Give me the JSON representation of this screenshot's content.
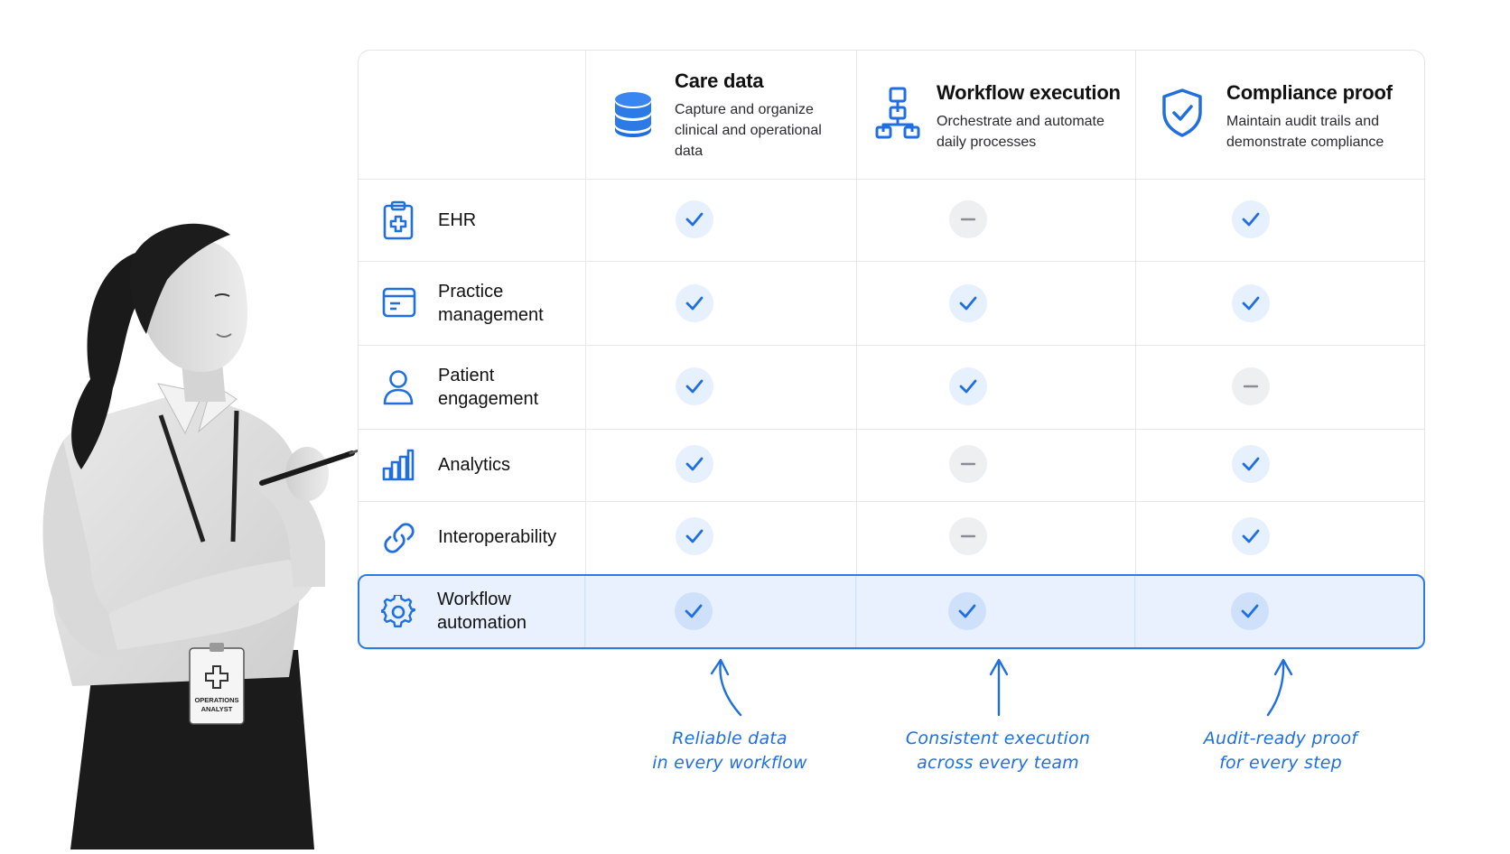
{
  "columns": [
    {
      "title": "Care data",
      "desc_lines": [
        "Capture and organize",
        "clinical and operational",
        "data"
      ],
      "icon": "database-icon"
    },
    {
      "title": "Workflow execution",
      "desc_lines": [
        "Orchestrate and automate",
        "daily processes"
      ],
      "icon": "hierarchy-icon"
    },
    {
      "title": "Compliance proof",
      "desc_lines": [
        "Maintain audit trails and",
        "demonstrate compliance"
      ],
      "icon": "shield-check-icon"
    }
  ],
  "rows": [
    {
      "label_lines": [
        "EHR"
      ],
      "icon": "clipboard-medical-icon",
      "marks": [
        "check",
        "dash",
        "check"
      ]
    },
    {
      "label_lines": [
        "Practice",
        "management"
      ],
      "icon": "window-card-icon",
      "marks": [
        "check",
        "check",
        "check"
      ]
    },
    {
      "label_lines": [
        "Patient",
        "engagement"
      ],
      "icon": "user-icon",
      "marks": [
        "check",
        "check",
        "dash"
      ]
    },
    {
      "label_lines": [
        "Analytics"
      ],
      "icon": "bar-chart-icon",
      "marks": [
        "check",
        "dash",
        "check"
      ]
    },
    {
      "label_lines": [
        "Interoperability"
      ],
      "icon": "link-icon",
      "marks": [
        "check",
        "dash",
        "check"
      ]
    },
    {
      "label_lines": [
        "Workflow",
        "automation"
      ],
      "icon": "gear-icon",
      "marks": [
        "check",
        "check",
        "check"
      ],
      "highlighted": true
    }
  ],
  "annotations": [
    {
      "lines": [
        "Reliable data",
        "in every workflow"
      ]
    },
    {
      "lines": [
        "Consistent execution",
        "across every team"
      ]
    },
    {
      "lines": [
        "Audit-ready proof",
        "for every step"
      ]
    }
  ],
  "badge": {
    "lines": [
      "OPERATIONS",
      "ANALYST"
    ]
  },
  "colors": {
    "accent": "#2c7be5",
    "icon_blue": "#1f6fe0",
    "check_bg": "#e7f0fd",
    "dash_bg": "#eeeff1",
    "highlight_border": "#2c7be5"
  }
}
